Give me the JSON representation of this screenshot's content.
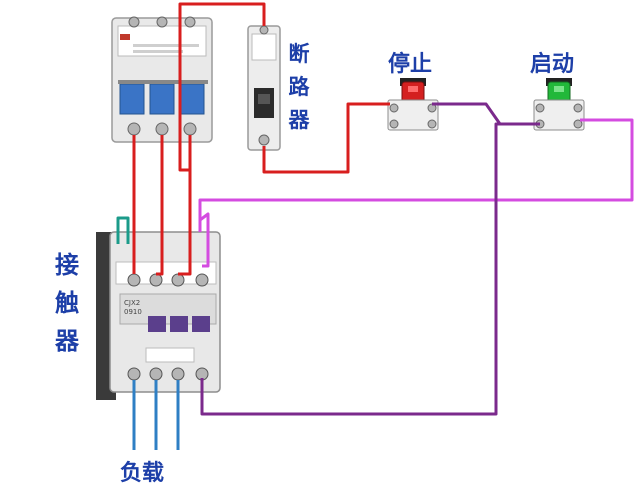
{
  "labels": {
    "breaker": [
      "断",
      "路",
      "器"
    ],
    "contactor": [
      "接",
      "触",
      "器"
    ],
    "stop": "停止",
    "start": "启动",
    "load": "负载"
  },
  "device_text": {
    "contactor_model": "CJX2",
    "contactor_rating": "0910"
  },
  "colors": {
    "phase_wire": "#d81e1e",
    "control_wire_red": "#d81e1e",
    "control_wire_purple": "#7b2a8c",
    "control_wire_magenta": "#d44ce0",
    "load_wire": "#2f7fc4",
    "teal_jumper": "#1b9b8a",
    "stop_button": "#d42020",
    "start_button": "#22b83a",
    "label_text": "#1d3fa8"
  }
}
